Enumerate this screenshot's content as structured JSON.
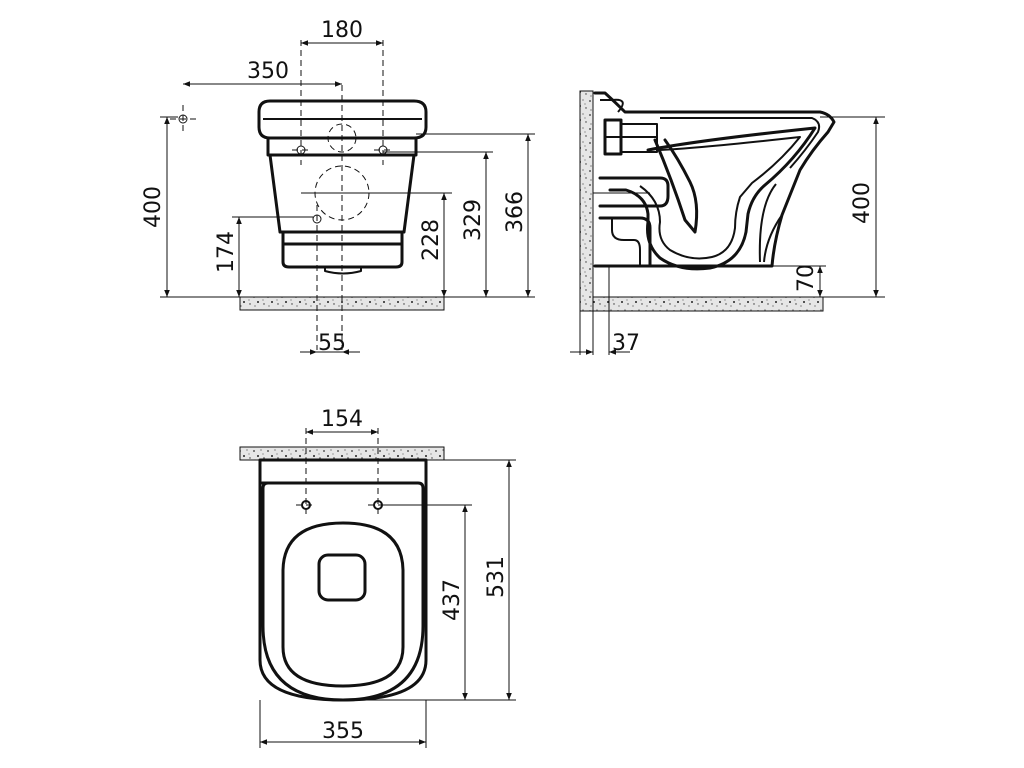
{
  "dimensions": {
    "front_spacing_top": "180",
    "front_drain_offset": "350",
    "front_height_left": "400",
    "front_low_left": "174",
    "front_inlet_height": "228",
    "front_fix_height": "329",
    "front_top_height": "366",
    "front_bottom_offset": "55",
    "side_height_right": "400",
    "side_foot": "70",
    "side_wall_gap": "37",
    "plan_spacing_top": "154",
    "plan_inner_length": "437",
    "plan_total_length": "531",
    "plan_width": "355"
  },
  "colors": {
    "line": "#111111",
    "background": "#ffffff",
    "wall_fill": "#e6e6e6"
  }
}
